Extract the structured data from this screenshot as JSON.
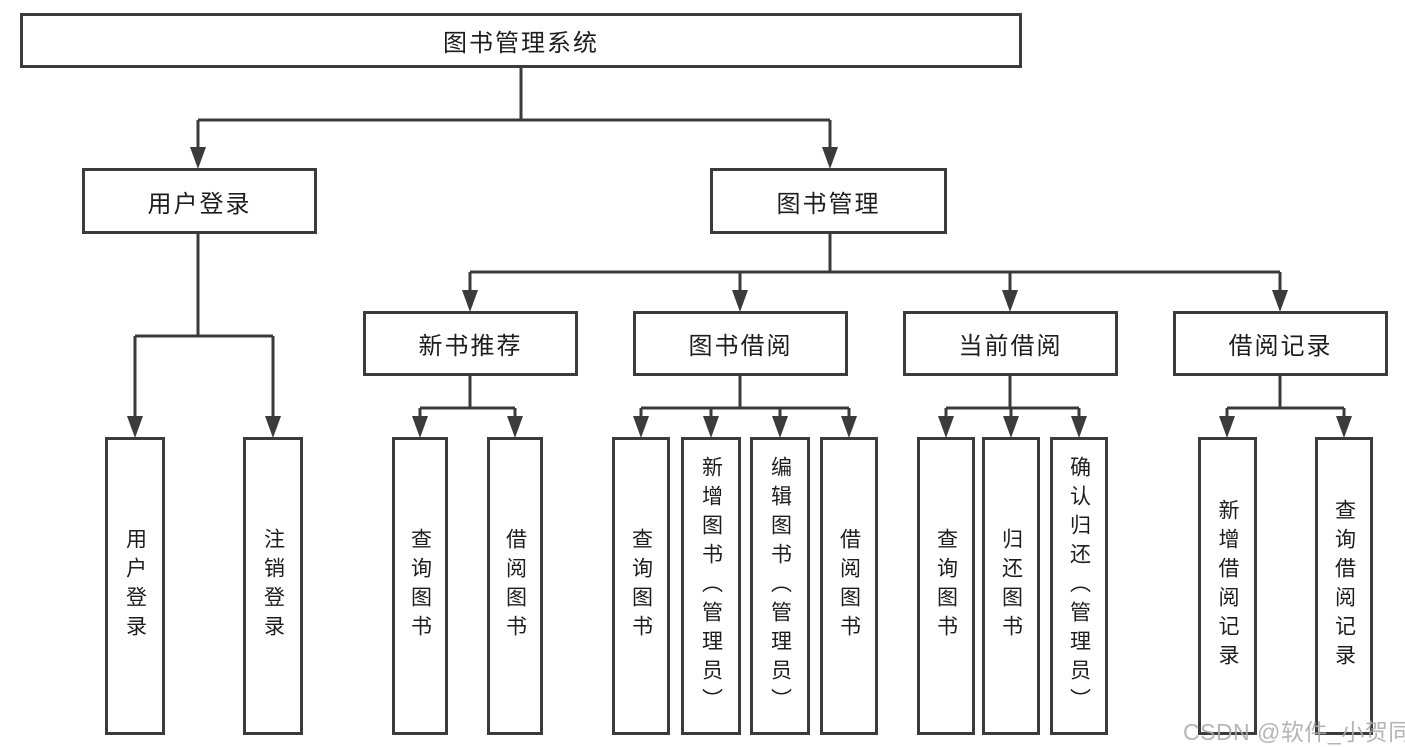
{
  "colors": {
    "line": "#3b3b3b",
    "box_border": "#3b3b3b",
    "text": "#1d1d1d",
    "background": "#ffffff",
    "watermark": "#ababab"
  },
  "watermark": {
    "text": "CSDN @软件_小贺同学"
  },
  "tree": {
    "root": {
      "label": "图书管理系统"
    },
    "level2": [
      {
        "label": "用户登录"
      },
      {
        "label": "图书管理"
      }
    ],
    "level3": [
      {
        "label": "新书推荐"
      },
      {
        "label": "图书借阅"
      },
      {
        "label": "当前借阅"
      },
      {
        "label": "借阅记录"
      }
    ],
    "leaves": {
      "user_login": [
        "用户登录",
        "注销登录"
      ],
      "new_book": [
        "查询图书",
        "借阅图书"
      ],
      "borrow": [
        "查询图书",
        "新增图书（管理员）",
        "编辑图书（管理员）",
        "借阅图书"
      ],
      "current": [
        "查询图书",
        "归还图书",
        "确认归还（管理员）"
      ],
      "records": [
        "新增借阅记录",
        "查询借阅记录"
      ]
    }
  }
}
